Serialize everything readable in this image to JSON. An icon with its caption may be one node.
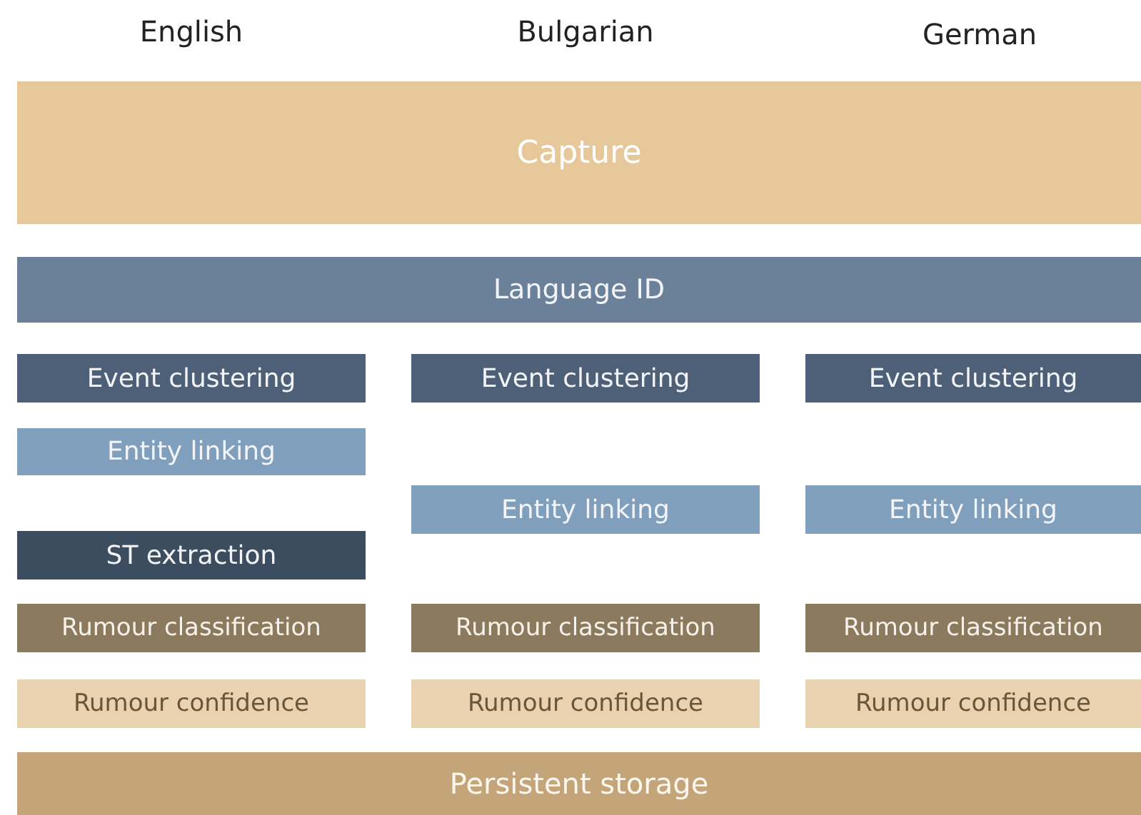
{
  "diagram": {
    "nodes": [
      {
        "text": [
          "Capture"
        ]
      },
      {
        "text": [
          "Language ID"
        ]
      },
      {
        "text": [
          "Event clustering"
        ]
      },
      {
        "text": [
          "Event clustering"
        ]
      },
      {
        "text": [
          "Event clustering"
        ]
      },
      {
        "text": [
          "Entity linking"
        ]
      },
      {
        "text": [
          "Entity linking"
        ]
      },
      {
        "text": [
          "Entity linking"
        ]
      },
      {
        "text": [
          "ST extraction"
        ]
      },
      {
        "text": [
          "Rumour classification"
        ]
      },
      {
        "text": [
          "Rumour classification"
        ]
      },
      {
        "text": [
          "Rumour classification"
        ]
      },
      {
        "text": [
          "Rumour confidence"
        ]
      },
      {
        "text": [
          "Rumour confidence"
        ]
      },
      {
        "text": [
          "Rumour confidence"
        ]
      },
      {
        "text": [
          "Persistent storage"
        ]
      }
    ],
    "edges": [],
    "labels": [
      "English",
      "Bulgarian",
      "German"
    ]
  }
}
